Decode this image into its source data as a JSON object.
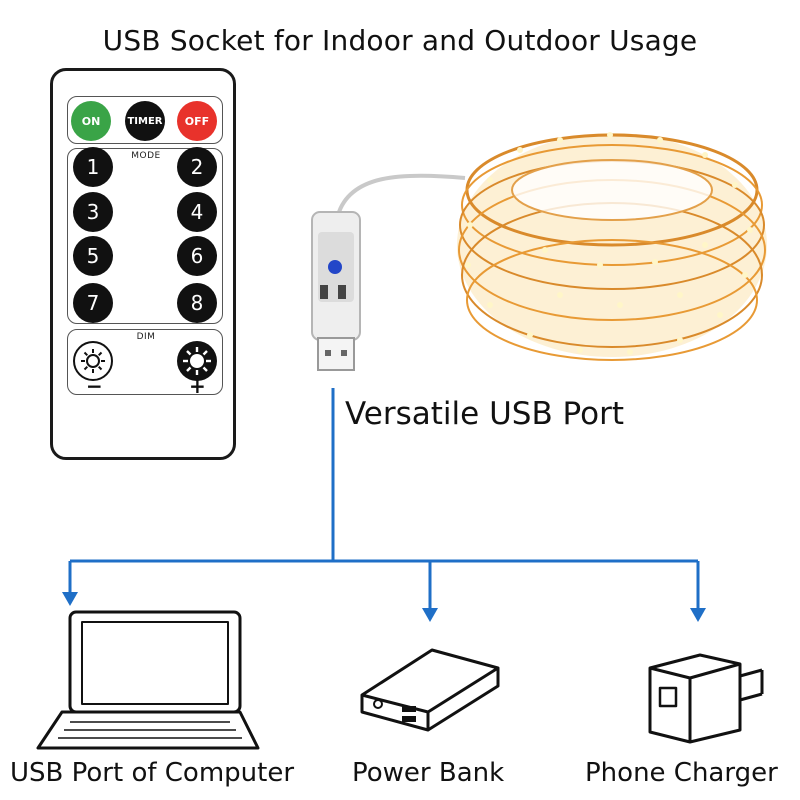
{
  "title": "USB Socket for Indoor and Outdoor Usage",
  "remote": {
    "on": "ON",
    "timer": "TIMER",
    "off": "OFF",
    "mode_label": "MODE",
    "numbers": [
      "1",
      "2",
      "3",
      "4",
      "5",
      "6",
      "7",
      "8"
    ],
    "dim_label": "DIM",
    "minus": "−",
    "plus": "+"
  },
  "usb_port_label": "Versatile USB Port",
  "devices": [
    {
      "label": "USB Port of Computer",
      "icon": "laptop-icon"
    },
    {
      "label": "Power Bank",
      "icon": "power-bank-icon"
    },
    {
      "label": "Phone Charger",
      "icon": "phone-charger-icon"
    }
  ],
  "colors": {
    "connector_line": "#1f6fc7",
    "on_button": "#3aa447",
    "off_button": "#e8322b",
    "lights": "#f2a53a"
  }
}
